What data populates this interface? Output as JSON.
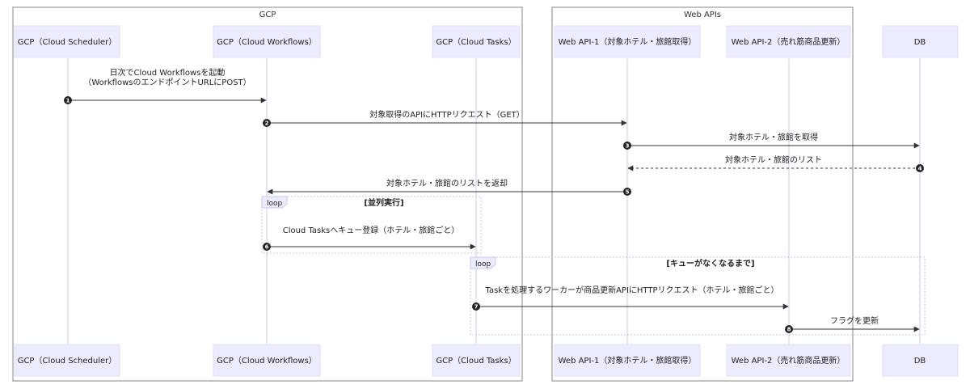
{
  "groups": {
    "gcp": "GCP",
    "webapis": "Web APIs"
  },
  "actors": {
    "scheduler": "GCP（Cloud Scheduler）",
    "workflows": "GCP（Cloud Workflows）",
    "tasks": "GCP（Cloud Tasks）",
    "api1": "Web API-1（対象ホテル・旅館取得）",
    "api2": "Web API-2（売れ筋商品更新）",
    "db": "DB"
  },
  "messages": {
    "m1": {
      "num": "1",
      "line1": "日次でCloud Workflowsを起動",
      "line2": "（WorkflowsのエンドポイントURLにPOST）"
    },
    "m2": {
      "num": "2",
      "text": "対象取得のAPIにHTTPリクエスト（GET）"
    },
    "m3": {
      "num": "3",
      "text": "対象ホテル・旅館を取得"
    },
    "m4": {
      "num": "4",
      "text": "対象ホテル・旅館のリスト"
    },
    "m5": {
      "num": "5",
      "text": "対象ホテル・旅館のリストを返却"
    },
    "m6": {
      "num": "6",
      "text": "Cloud Tasksへキュー登録（ホテル・旅館ごと）"
    },
    "m7": {
      "num": "7",
      "text": "Taskを処理するワーカーが商品更新APIにHTTPリクエスト（ホテル・旅館ごと）"
    },
    "m8": {
      "num": "8",
      "text": "フラグを更新"
    }
  },
  "loops": {
    "loop1": {
      "label": "loop",
      "condition": "[並列実行]"
    },
    "loop2": {
      "label": "loop",
      "condition": "[キューがなくなるまで]"
    }
  }
}
